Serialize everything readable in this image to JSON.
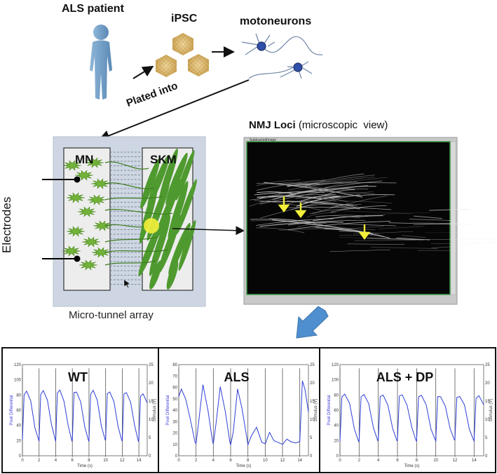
{
  "top": {
    "patient_label": "ALS patient",
    "ipsc_label": "iPSC",
    "motoneurons_label": "motoneurons",
    "plated_into_label": "Plated into"
  },
  "device": {
    "mn_label": "MN",
    "skm_label": "SKM",
    "electrodes_label": "Electrodes",
    "microtunnel_label": "Micro-tunnel array"
  },
  "micro": {
    "title_bold": "NMJ Loci",
    "title_rest": " (microscopic  view)",
    "window_caption": "SubtractedImage"
  },
  "colors": {
    "trace": "#2f3fd6",
    "spike": "#555555",
    "muscle": "#4f9a2f",
    "neuron": "#72b23a",
    "highlight": "#f2ef3a",
    "device_bg": "#cdd6e2",
    "arrow_blue": "#4f8fcf"
  },
  "chart_data": [
    {
      "type": "line",
      "title": "WT",
      "xlabel": "Time (s)",
      "ylabel": "Pixel Differential",
      "y2label": "Stimulus (V)",
      "xlim": [
        0,
        15
      ],
      "ylim": [
        0,
        120
      ],
      "y2lim": [
        0,
        25
      ],
      "xticks": [
        0,
        2,
        4,
        6,
        8,
        10,
        12,
        14
      ],
      "yticks": [
        0,
        20,
        40,
        60,
        80,
        100,
        120
      ],
      "y2ticks": [
        0,
        5,
        10,
        15,
        20,
        25
      ],
      "series": [
        {
          "x": [
            0.0,
            0.2,
            0.5,
            1.0,
            1.5,
            1.95,
            2.0,
            2.2,
            2.5,
            3.0,
            3.5,
            3.95,
            4.0,
            4.2,
            4.5,
            5.0,
            5.5,
            5.95,
            6.0,
            6.2,
            6.5,
            7.0,
            7.5,
            7.95,
            8.0,
            8.2,
            8.5,
            9.0,
            9.5,
            9.95,
            10.0,
            10.2,
            10.5,
            11.0,
            11.5,
            11.95,
            12.0,
            12.2,
            12.5,
            13.0,
            13.5,
            13.95,
            14.0,
            14.2,
            14.5,
            15.0
          ],
          "values": [
            20,
            80,
            84,
            72,
            38,
            20,
            20,
            82,
            86,
            74,
            40,
            20,
            20,
            82,
            86,
            73,
            40,
            20,
            20,
            82,
            85,
            72,
            39,
            20,
            20,
            82,
            85,
            72,
            39,
            20,
            20,
            82,
            84,
            71,
            38,
            20,
            20,
            82,
            84,
            70,
            38,
            20,
            20,
            80,
            82,
            70
          ]
        }
      ],
      "stimulus_times": [
        0,
        2,
        4,
        6,
        8,
        10,
        12,
        14
      ]
    },
    {
      "type": "line",
      "title": "ALS",
      "xlabel": "Time (s)",
      "ylabel": "Pixel Differential",
      "y2label": "Stimulus (V)",
      "xlim": [
        0,
        15
      ],
      "ylim": [
        0,
        80
      ],
      "y2lim": [
        0,
        25
      ],
      "xticks": [
        0,
        2,
        4,
        6,
        8,
        10,
        12,
        14
      ],
      "yticks": [
        0,
        10,
        20,
        30,
        40,
        50,
        60,
        70,
        80
      ],
      "y2ticks": [
        0,
        5,
        10,
        15,
        20,
        25
      ],
      "series": [
        {
          "x": [
            0.0,
            0.3,
            0.8,
            1.3,
            1.9,
            2.0,
            2.3,
            2.8,
            3.4,
            3.9,
            4.0,
            4.3,
            4.8,
            5.4,
            5.9,
            6.0,
            6.3,
            6.8,
            7.3,
            7.9,
            8.0,
            8.4,
            9.0,
            9.6,
            10.0,
            10.5,
            11.0,
            11.5,
            12.0,
            12.5,
            13.0,
            13.5,
            14.0,
            14.3,
            14.6,
            15.0
          ],
          "values": [
            52,
            58,
            50,
            34,
            12,
            10,
            30,
            62,
            40,
            12,
            10,
            28,
            60,
            38,
            12,
            10,
            20,
            58,
            42,
            14,
            10,
            18,
            26,
            12,
            10,
            20,
            13,
            12,
            10,
            15,
            12,
            11,
            12,
            65,
            58,
            38
          ]
        }
      ],
      "stimulus_times": [
        0,
        2,
        4,
        6,
        8,
        10,
        12,
        14
      ]
    },
    {
      "type": "line",
      "title": "ALS + DP",
      "xlabel": "Time (s)",
      "ylabel": "Pixel Differential",
      "y2label": "Stimulus (V)",
      "xlim": [
        0,
        15
      ],
      "ylim": [
        0,
        120
      ],
      "y2lim": [
        0,
        25
      ],
      "xticks": [
        0,
        2,
        4,
        6,
        8,
        10,
        12,
        14
      ],
      "yticks": [
        0,
        20,
        40,
        60,
        80,
        100,
        120
      ],
      "y2ticks": [
        0,
        5,
        10,
        15,
        20,
        25
      ],
      "series": [
        {
          "x": [
            0.0,
            0.2,
            0.5,
            1.0,
            1.5,
            1.95,
            2.0,
            2.2,
            2.5,
            3.0,
            3.5,
            3.95,
            4.0,
            4.2,
            4.5,
            5.0,
            5.5,
            5.95,
            6.0,
            6.2,
            6.5,
            7.0,
            7.5,
            7.95,
            8.0,
            8.2,
            8.5,
            9.0,
            9.5,
            9.95,
            10.0,
            10.2,
            10.5,
            11.0,
            11.5,
            11.95,
            12.0,
            12.2,
            12.5,
            13.0,
            13.5,
            13.95,
            14.0,
            14.2,
            14.5,
            15.0
          ],
          "values": [
            20,
            76,
            80,
            68,
            36,
            20,
            20,
            78,
            80,
            68,
            36,
            20,
            20,
            78,
            80,
            67,
            36,
            20,
            20,
            78,
            80,
            67,
            36,
            20,
            20,
            78,
            80,
            66,
            35,
            20,
            20,
            77,
            79,
            66,
            35,
            20,
            20,
            77,
            79,
            66,
            35,
            20,
            20,
            76,
            78,
            66
          ]
        }
      ],
      "stimulus_times": [
        0,
        2,
        4,
        6,
        8,
        10,
        12,
        14
      ]
    }
  ]
}
